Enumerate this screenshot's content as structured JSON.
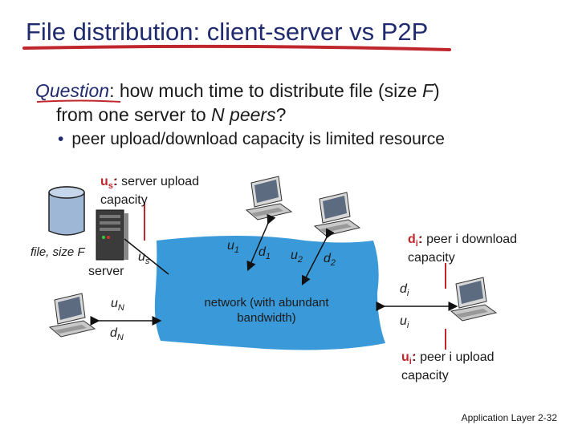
{
  "title": "File distribution: client-server vs P2P",
  "question": {
    "prefix": "Question",
    "line1_text": ": how much time to distribute file (size ",
    "line1_var": "F",
    "line1_end": ")",
    "line2_start": "from one server to ",
    "line2_var": "N  peers",
    "line2_end": "?"
  },
  "bullet": "peer upload/download capacity is limited resource",
  "labels": {
    "us_def_var": "u",
    "us_def_sub": "s",
    "us_def_rest": ": server upload",
    "us_def_line2": "capacity",
    "file_size": "file, size F",
    "server": "server",
    "us_var": "u",
    "us_sub": "s",
    "u1_var": "u",
    "u1_sub": "1",
    "d1_var": "d",
    "d1_sub": "1",
    "u2_var": "u",
    "u2_sub": "2",
    "d2_var": "d",
    "d2_sub": "2",
    "uN_var": "u",
    "uN_sub": "N",
    "dN_var": "d",
    "dN_sub": "N",
    "di_def_var": "d",
    "di_def_sub": "i",
    "di_def_rest": ": peer i download",
    "di_def_line2": "capacity",
    "di_var": "d",
    "di_sub": "i",
    "ui_var": "u",
    "ui_sub": "i",
    "ui_def_var": "u",
    "ui_def_sub": "i",
    "ui_def_rest": ": peer i upload",
    "ui_def_line2": "capacity",
    "network_line1": "network (with abundant",
    "network_line2": "bandwidth)"
  },
  "footer": "Application Layer 2-32",
  "colors": {
    "title": "#1f2b6e",
    "accent_red": "#c0272d",
    "network_blue": "#3a9ad9"
  }
}
